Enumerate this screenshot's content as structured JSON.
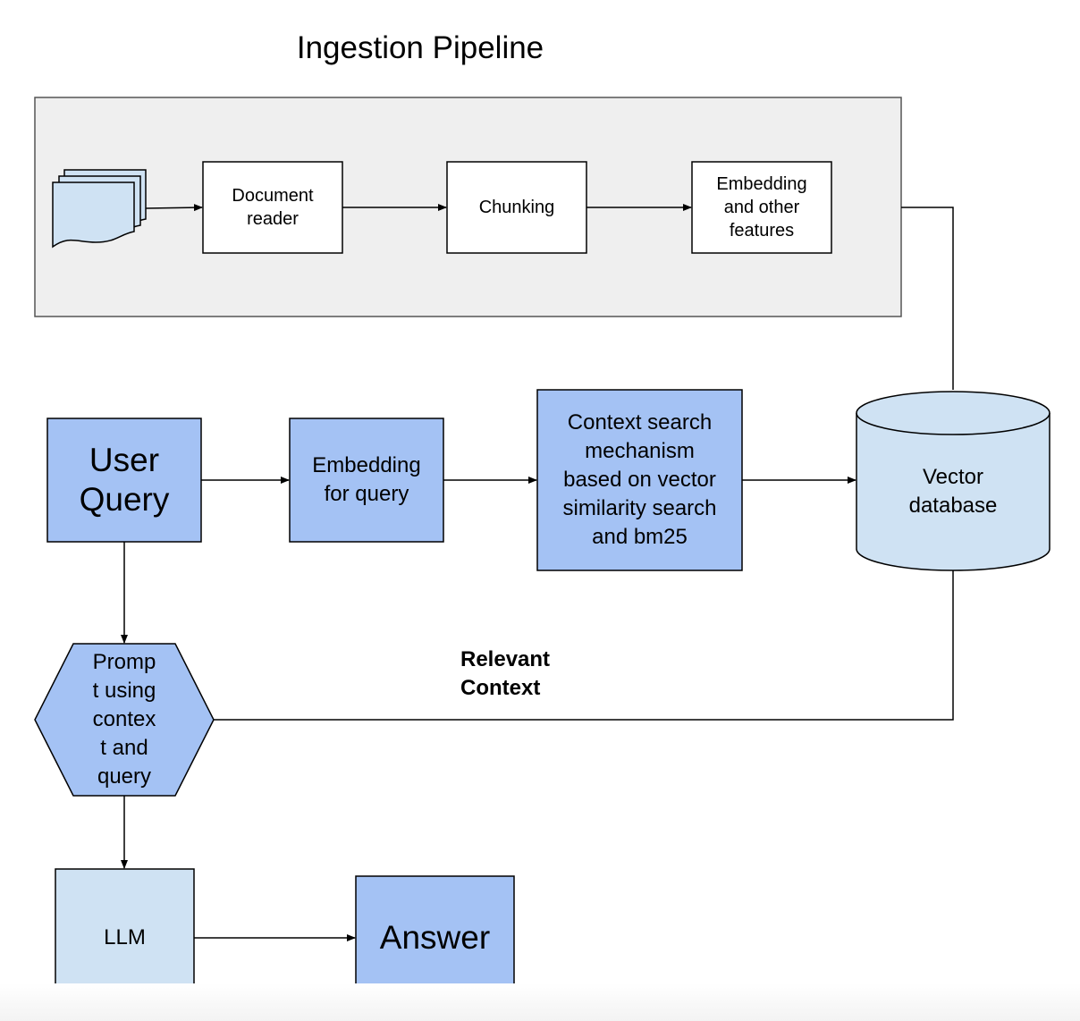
{
  "title": "Ingestion Pipeline",
  "nodes": {
    "document_reader": "Document\nreader",
    "chunking": "Chunking",
    "embedding_features": "Embedding\nand other\nfeatures",
    "user_query": "User\nQuery",
    "embedding_query": "Embedding\nfor query",
    "context_search": "Context search\nmechanism\nbased on vector\nsimilarity search\nand bm25",
    "vector_database": "Vector\ndatabase",
    "prompt": "Promp\nt using\ncontex\nt and\nquery",
    "llm": "LLM",
    "answer": "Answer"
  },
  "edge_labels": {
    "relevant_context": "Relevant\nContext"
  },
  "colors": {
    "panel_fill": "#efefef",
    "blue_node": "#a4c2f4",
    "light_blue_node": "#cfe2f3",
    "line": "#000000"
  }
}
